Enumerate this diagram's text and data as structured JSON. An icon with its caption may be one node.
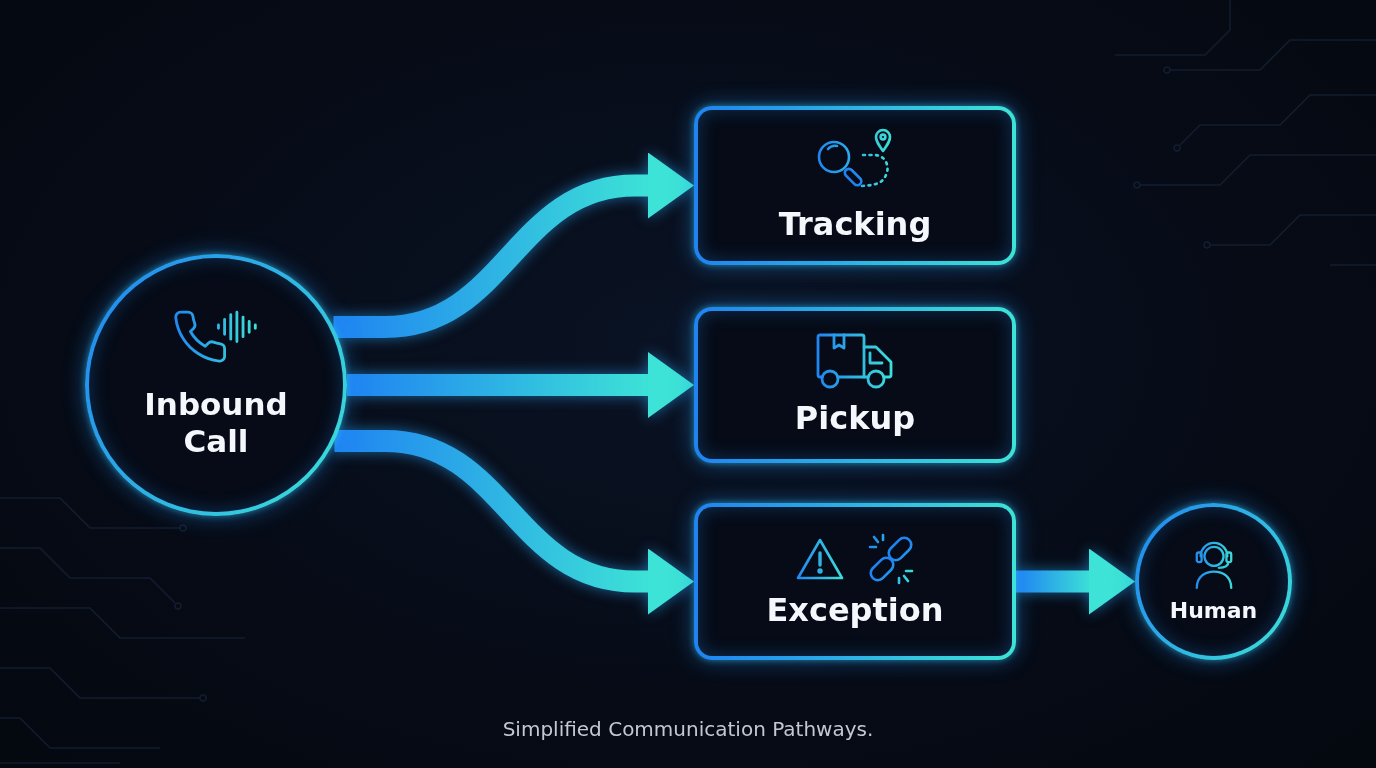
{
  "diagram": {
    "caption": "Simplified Communication Pathways.",
    "nodes": [
      {
        "text": [
          "Inbound Call"
        ]
      },
      {
        "text": [
          "Tracking"
        ]
      },
      {
        "text": [
          "Pickup"
        ]
      },
      {
        "text": [
          "Exception"
        ]
      },
      {
        "text": [
          "Human"
        ]
      }
    ],
    "edges": [
      {
        "from": 0,
        "to": 1,
        "arrow": "to"
      },
      {
        "from": 0,
        "to": 2,
        "arrow": "to"
      },
      {
        "from": 0,
        "to": 3,
        "arrow": "to"
      },
      {
        "from": 3,
        "to": 4,
        "arrow": "to"
      }
    ]
  }
}
